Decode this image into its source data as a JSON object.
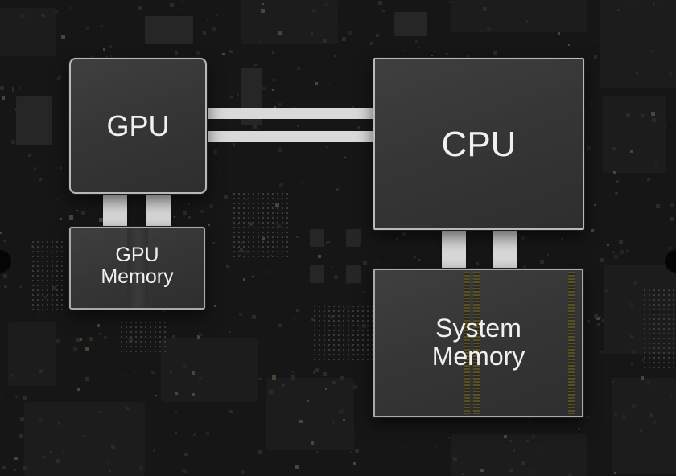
{
  "diagram": {
    "gpu": {
      "label": "GPU"
    },
    "gpu_memory": {
      "label_line1": "GPU",
      "label_line2": "Memory"
    },
    "cpu": {
      "label": "CPU"
    },
    "system_memory": {
      "label_line1": "System",
      "label_line2": "Memory"
    }
  },
  "colors": {
    "board_background": "#161616",
    "chip_fill": "#383838",
    "chip_border": "#b9b9b9",
    "bus": "#d9d9d9",
    "label_text": "#f0f0f0"
  }
}
